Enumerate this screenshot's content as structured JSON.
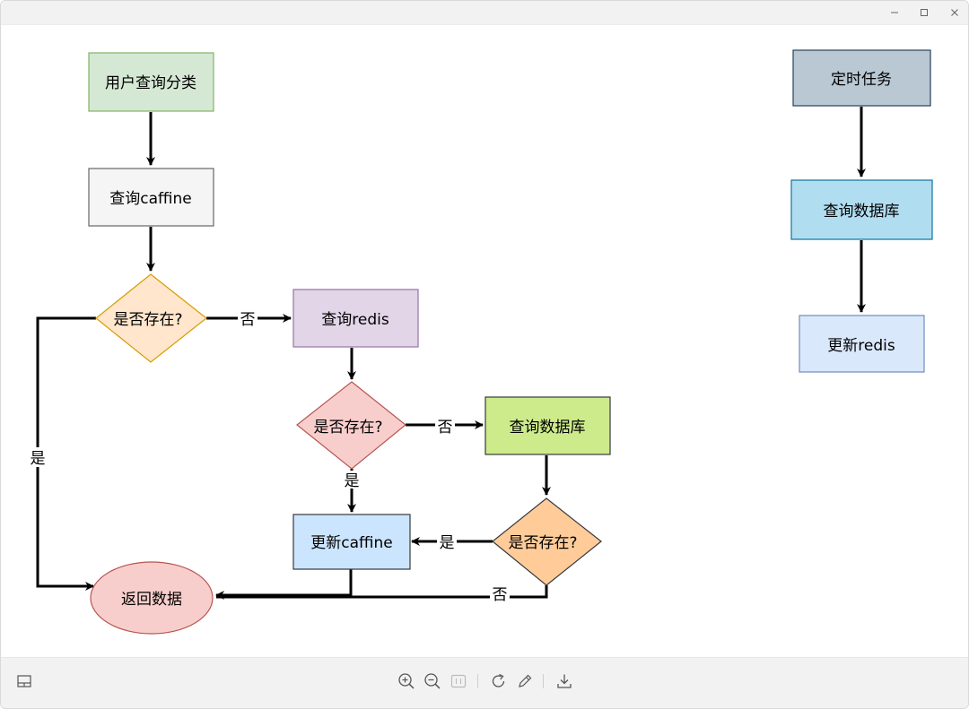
{
  "diagram": {
    "nodes": {
      "user_query": "用户查询分类",
      "query_caffine": "查询caffine",
      "decision_1": "是否存在?",
      "query_redis": "查询redis",
      "decision_2": "是否存在?",
      "query_db_main": "查询数据库",
      "update_caffine": "更新caffine",
      "decision_3": "是否存在?",
      "return_data": "返回数据",
      "scheduled_task": "定时任务",
      "query_db_task": "查询数据库",
      "update_redis": "更新redis"
    },
    "edge_labels": {
      "d1_no": "否",
      "d1_yes": "是",
      "d2_no": "否",
      "d2_yes": "是",
      "d3_yes": "是",
      "d3_no": "否"
    }
  },
  "colors": {
    "green_fill": "#d5e8d4",
    "green_stroke": "#82b366",
    "gray_fill": "#f5f5f5",
    "gray_stroke": "#666666",
    "orange_fill": "#ffe6cc",
    "orange_stroke": "#d79b00",
    "purple_fill": "#e1d5e7",
    "purple_stroke": "#9673a6",
    "red_fill": "#f8cecc",
    "red_stroke": "#b85450",
    "lime_fill": "#cdeb8b",
    "lime_stroke": "#36393d",
    "blue_fill": "#cce5ff",
    "blue_stroke": "#36393d",
    "peach_fill": "#ffcc99",
    "peach_stroke": "#36393d",
    "slate_fill": "#bac8d3",
    "slate_stroke": "#23445d",
    "cyan_fill": "#b1ddf0",
    "cyan_stroke": "#10739e",
    "lightblue_fill": "#dae8fc",
    "lightblue_stroke": "#6c8ebf"
  },
  "toolbar": {
    "icons": [
      "panel-toggle-icon",
      "zoom-in-icon",
      "zoom-out-icon",
      "fit-icon",
      "rotate-icon",
      "edit-pencil-icon",
      "download-icon"
    ]
  }
}
